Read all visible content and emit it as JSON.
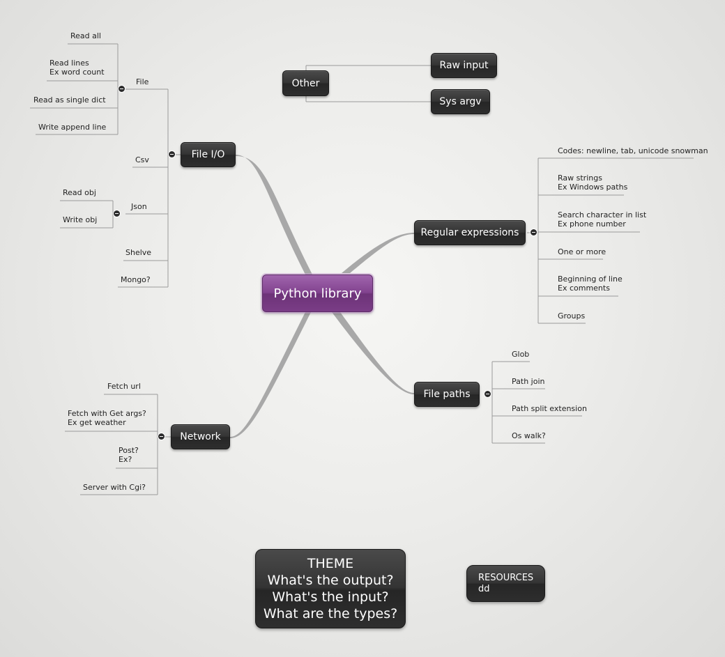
{
  "root": "Python library",
  "branches": {
    "file_io": "File I/O",
    "other": "Other",
    "raw_input": "Raw input",
    "sys_argv": "Sys argv",
    "regex": "Regular expressions",
    "file_paths": "File paths",
    "network": "Network"
  },
  "file_io": {
    "file": {
      "label": "File",
      "items": [
        "Read all",
        "Read lines|Ex word count",
        "Read as single dict",
        "Write append line"
      ]
    },
    "csv": "Csv",
    "json": {
      "label": "Json",
      "items": [
        "Read obj",
        "Write obj"
      ]
    },
    "shelve": "Shelve",
    "mongo": "Mongo?"
  },
  "regex_items": [
    "Codes: newline, tab, unicode snowman",
    "Raw strings|Ex Windows paths",
    "Search character in list|Ex phone number",
    "One or more",
    "Beginning of line|Ex comments",
    "Groups"
  ],
  "file_paths_items": [
    "Glob",
    "Path join",
    "Path split extension",
    "Os walk?"
  ],
  "network_items": [
    "Fetch url",
    "Fetch with Get args?|Ex get weather",
    "Post?|Ex?",
    "Server with Cgi?"
  ],
  "theme": {
    "title": "THEME",
    "lines": [
      "What's the output?",
      "What's the input?",
      "What are the types?"
    ]
  },
  "resources": {
    "title": "RESOURCES",
    "body": "dd"
  },
  "colors": {
    "node": "#333333",
    "root": "#7c3f88",
    "line": "#999999",
    "background": "#e8e8e6"
  }
}
